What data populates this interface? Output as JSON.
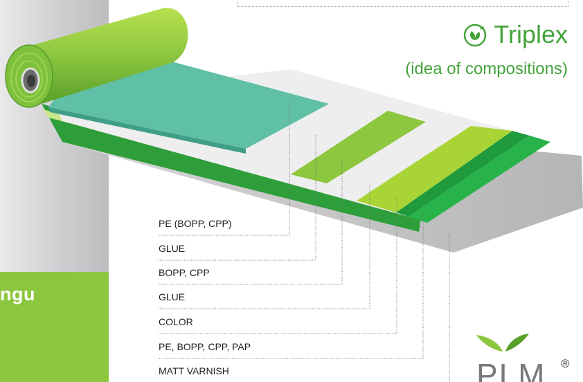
{
  "brand": {
    "name": "Triplex",
    "subtitle": "(idea of compositions)",
    "icon": "leaf-recycle-icon",
    "color": "#43a33a"
  },
  "side_banner": {
    "text": "ngu",
    "color": "#8cc63f"
  },
  "layers": [
    {
      "label": "PE (BOPP, CPP)",
      "color": "#5fc0a6"
    },
    {
      "label": "GLUE",
      "color": "#e6e6e6"
    },
    {
      "label": "BOPP, CPP",
      "color": "#8dc63f"
    },
    {
      "label": "GLUE",
      "color": "#e6e6e6"
    },
    {
      "label": "COLOR",
      "color": "#a4d431"
    },
    {
      "label": "PE, BOPP, CPP, PAP",
      "color": "#22b14c"
    },
    {
      "label": "MATT VARNISH",
      "color": "#d6d6d6"
    }
  ],
  "logo": {
    "text": "PLM",
    "registered": "®"
  }
}
